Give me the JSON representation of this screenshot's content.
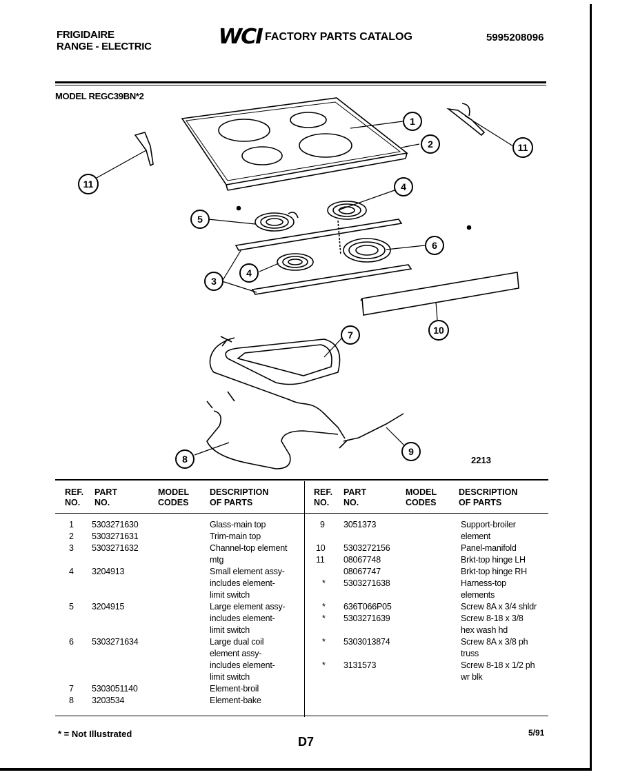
{
  "header": {
    "brand": "FRIGIDAIRE",
    "product": "RANGE - ELECTRIC",
    "logo": "WCI",
    "title": "FACTORY PARTS CATALOG",
    "catalog_number": "5995208096"
  },
  "model": "MODEL REGC39BN*2",
  "diagram": {
    "number": "2213",
    "callouts": [
      "1",
      "2",
      "3",
      "4",
      "4",
      "5",
      "6",
      "7",
      "8",
      "9",
      "10",
      "11",
      "11"
    ]
  },
  "table": {
    "headers": {
      "ref_no": "REF.\nNO.",
      "part_no": "PART\nNO.",
      "model_codes": "MODEL\nCODES",
      "description": "DESCRIPTION\nOF PARTS"
    },
    "left_rows": [
      {
        "ref": "1",
        "part": "5303271630",
        "desc": "Glass-main top"
      },
      {
        "ref": "2",
        "part": "5303271631",
        "desc": "Trim-main top"
      },
      {
        "ref": "3",
        "part": "5303271632",
        "desc": "Channel-top element\nmtg"
      },
      {
        "ref": "4",
        "part": "3204913",
        "desc": "Small element assy-\nincludes element-\nlimit switch"
      },
      {
        "ref": "5",
        "part": "3204915",
        "desc": "Large element assy-\nincludes element-\nlimit switch"
      },
      {
        "ref": "6",
        "part": "5303271634",
        "desc": "Large dual coil\nelement assy-\nincludes element-\nlimit switch"
      },
      {
        "ref": "7",
        "part": "5303051140",
        "desc": "Element-broil"
      },
      {
        "ref": "8",
        "part": "3203534",
        "desc": "Element-bake"
      }
    ],
    "right_rows": [
      {
        "ref": "9",
        "part": "3051373",
        "desc": "Support-broiler\nelement"
      },
      {
        "ref": "10",
        "part": "5303272156",
        "desc": "Panel-manifold"
      },
      {
        "ref": "11",
        "part": "08067748",
        "desc": "Brkt-top hinge LH"
      },
      {
        "ref": "",
        "part": "08067747",
        "desc": "Brkt-top hinge RH"
      },
      {
        "ref": "*",
        "part": "5303271638",
        "desc": "Harness-top\nelements"
      },
      {
        "ref": "*",
        "part": "636T066P05",
        "desc": "Screw 8A x 3/4 shldr"
      },
      {
        "ref": "*",
        "part": "5303271639",
        "desc": "Screw 8-18 x 3/8\nhex wash hd"
      },
      {
        "ref": "*",
        "part": "5303013874",
        "desc": "Screw 8A x 3/8 ph\ntruss"
      },
      {
        "ref": "*",
        "part": "3131573",
        "desc": "Screw 8-18 x 1/2 ph\nwr blk"
      }
    ]
  },
  "footer": {
    "footnote": "* = Not Illustrated",
    "page": "D7",
    "date": "5/91"
  }
}
